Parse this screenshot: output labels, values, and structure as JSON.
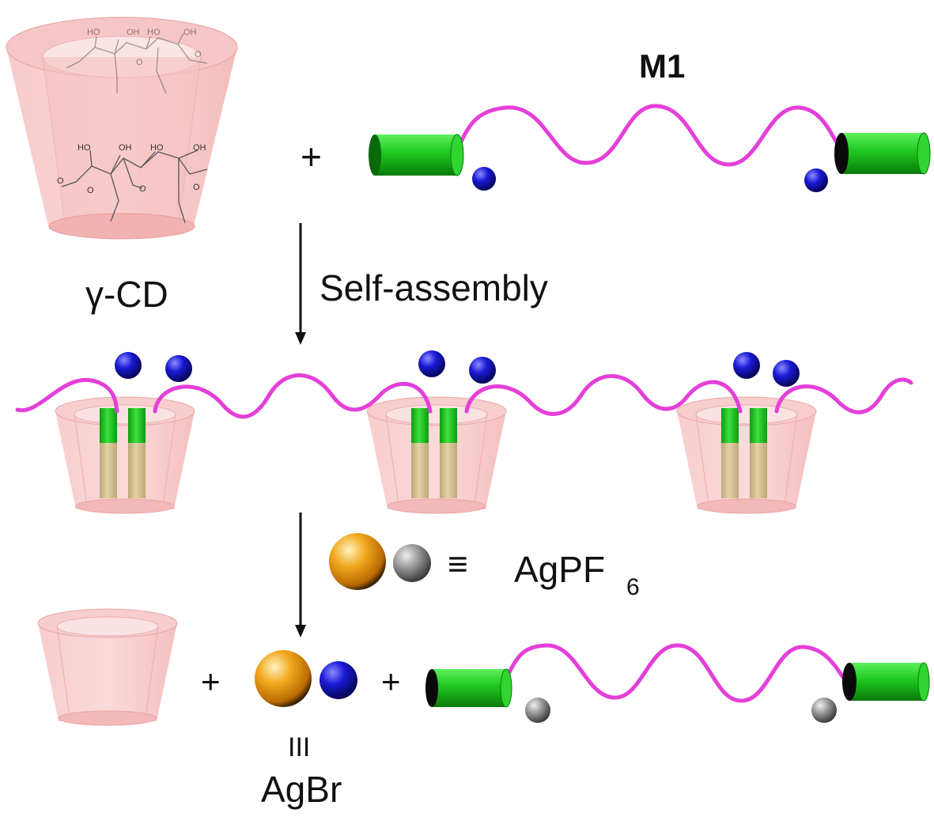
{
  "labels": {
    "gamma_cd": "γ-CD",
    "m1": "M1",
    "plus_1": "+",
    "self_assembly": "Self-assembly",
    "equiv": "≡",
    "agpf6": "AgPF",
    "agpf6_sub": "6",
    "plus_2": "+",
    "plus_3": "+",
    "triple_bar": "III",
    "agbr": "AgBr"
  },
  "chem_groups": {
    "ho_1": "HO",
    "oh_1": "OH",
    "ho_2": "HO",
    "oh_2": "OH",
    "ho_3": "HO",
    "oh_3": "OH",
    "ho_4": "HO",
    "oh_4": "OH",
    "o_1": "O",
    "o_2": "O",
    "o_3": "O",
    "o_4": "O",
    "o_5": "O",
    "o_6": "O"
  },
  "colors": {
    "cd_pink": "#f4b6b6",
    "cd_edge": "#e69a9a",
    "wire_magenta": "#e43fd8",
    "stopper_green": "#1ec81e",
    "stopper_dark": "#0a8a0a",
    "core_tan": "#d8c49a",
    "ion_blue": "#1414c8",
    "silver_orange": "#f0a020",
    "pf6_gray": "#8a8a8a"
  }
}
